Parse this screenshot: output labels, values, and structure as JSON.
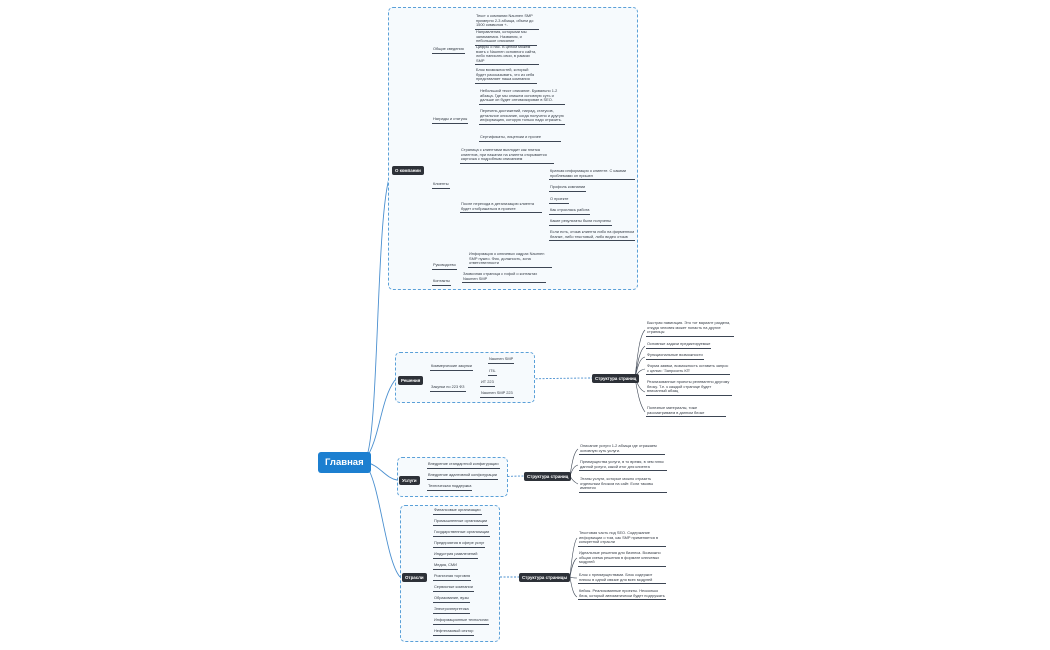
{
  "root": "Главная",
  "company": {
    "label": "О компании",
    "general": {
      "label": "Общие сведения",
      "items": [
        "Текст о компании Naumen SMP примерно 2-3 абзаца, объем до 1500 символов +-",
        "Направления, которыми мы занимаемся. Названия, и небольшое описание",
        "Цифры о нас. В целом можем взять с Naumen основного сайта, либо написать свои, в рамках SMP",
        "Блок возможностей, который будет рассказывать, что из себя представляет наша компания"
      ]
    },
    "awards": {
      "label": "Награды и статусы",
      "items": [
        "Небольшой текст описание. Буквально 1-2 абзаца. Где мы опишем основную суть и дальше он будет оптимизирован в SEO.",
        "Перечень достижений, наград, статусов, детальное описание, когда получено и другую информацию, которую только надо отразить.",
        "Сертификаты, лицензии и прочее"
      ]
    },
    "clients": {
      "label": "Клиенты",
      "text1": "Страница с клиентами выглядит как плитка клиентов, при нажатии на клиента открывается карточка с подробным описанием",
      "transition": "После перехода в детализацию клиента будет отображаться в проекте",
      "details": [
        "Краткая информация о клиенте. С какими проблемами он пришел",
        "Профиль компании",
        "О проекте",
        "Как строилась работа",
        "Какие результаты были получены",
        "Если есть, отзыв клиента либо на фирменном бланке, либо текстовый, либо видео отзыв"
      ]
    },
    "management": {
      "label": "Руководство",
      "text": "Информация о ключевых кадрах Naumen SMP нужно. Фио, должность, зона ответственности"
    },
    "contacts": {
      "label": "Контакты",
      "text": "Заявочная страница с гифой о контактах Naumen SMP"
    }
  },
  "solutions": {
    "label": "Решения",
    "commercial": "Коммерческие закупки",
    "commercial_items": [
      "Naumen SMP",
      "ITIL"
    ],
    "procure": "Закупки по 223 ФЗ",
    "procure_items": [
      "ИТ 223",
      "Naumen SMP 223"
    ],
    "structure": "Структура страниц",
    "structure_items": [
      "Быстрая навигация. Это тот вариант раздела, откуда человек может попасть на другие страницы",
      "Основные задачи предиктируемые",
      "Функциональные возможности",
      "Форма заявки, возможность оставить запрос с целью: 'Запросить КП'",
      "Реализованные проекты релевантно другому блоку. Т.е. к каждой странице будет вписанный абзац",
      "Полезные материалы, тоже рассматриваем в данном блоке"
    ]
  },
  "services": {
    "label": "Услуги",
    "items": [
      "Внедрение стандартной конфигурации",
      "Внедрение адаптивной конфигурации",
      "Техническая поддержка"
    ],
    "structure": "Структура страниц",
    "structure_items": [
      "Описание услуги 1-2 абзаца где отражаем основную суть услуги.",
      "Преимущества услуги, в то время, в чем плюс данной услуги, какой итог для клиента",
      "Этапы услуги, которые можно отразить отдельным блоком на сайт. Если таковы имеются"
    ]
  },
  "industries": {
    "label": "Отрасли",
    "items": [
      "Финансовые организации",
      "Промышленные организации",
      "Государственные организации",
      "Предприятия в сфере услуг",
      "Индустрия развлечений",
      "Медиа, СМИ",
      "Розничная торговля",
      "Сервисные компании",
      "Образование, вузы",
      "Электроэнергетика",
      "Информационные технологии",
      "Нефтегазовый сектор"
    ],
    "structure": "Структура страницы",
    "structure_items": [
      "Текстовая часть под SEO. Содержание информации о том, как SMP применяется в конкретной отрасли",
      "Идеальные решения для бизнеса. Возможно общая схема решения в формате ключевых модулей",
      "Блок с преимуществами. Блок содержит плюсы в одной связке для всех модулей",
      "Кейсы. Реализованные проекты. Несколько блок, который автоматически будет подгружать"
    ]
  },
  "colors": {
    "accent": "#1c7fd0",
    "zone_border": "#5aa0d8",
    "zone_fill": "#f6fafd",
    "pill": "#2d3138",
    "connector": "#4a8fcf",
    "underline": "#3d4654"
  }
}
